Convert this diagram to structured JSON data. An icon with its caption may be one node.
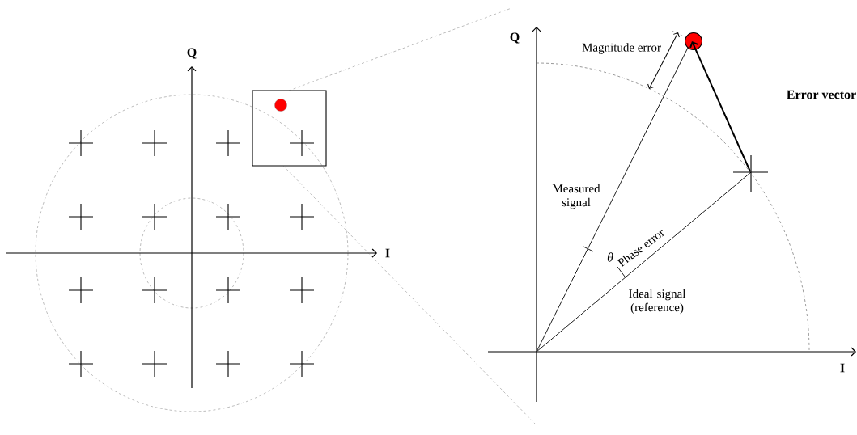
{
  "diagram": {
    "labels": [
      "Q",
      "I",
      "Q",
      "Magnitude error",
      "Error vector",
      "Measured signal",
      "Phase error",
      "θ",
      "Ideal signal (reference)",
      "I"
    ]
  }
}
